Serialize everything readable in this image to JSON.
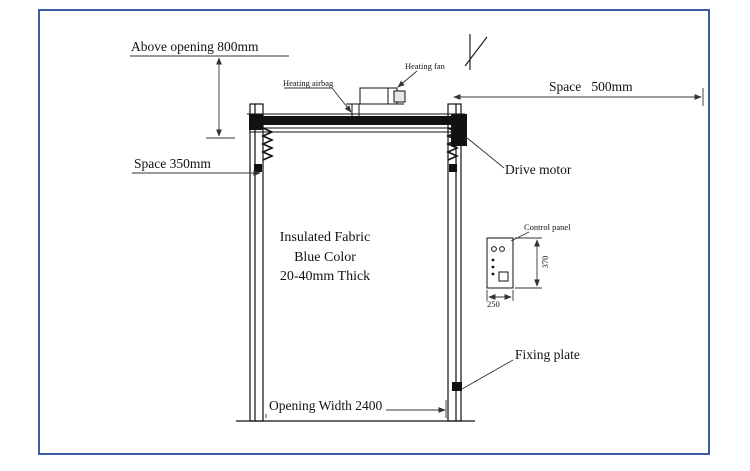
{
  "diagram": {
    "labels": {
      "above_opening": "Above opening 800mm",
      "heating_airbag": "Heating airbag",
      "heating_fan": "Heating fan",
      "space_500": "Space   500mm",
      "space_350": "Space 350mm",
      "drive_motor": "Drive motor",
      "fabric_line1": "Insulated Fabric",
      "fabric_line2": "Blue Color",
      "fabric_line3": "20-40mm Thick",
      "control_panel": "Control panel",
      "dim_370": "370",
      "dim_250": "250",
      "fixing_plate": "Fixing plate",
      "opening_width": "Opening Width 2400"
    },
    "colors": {
      "frame": "#3a5fa5",
      "line": "#1a1a1a"
    }
  }
}
